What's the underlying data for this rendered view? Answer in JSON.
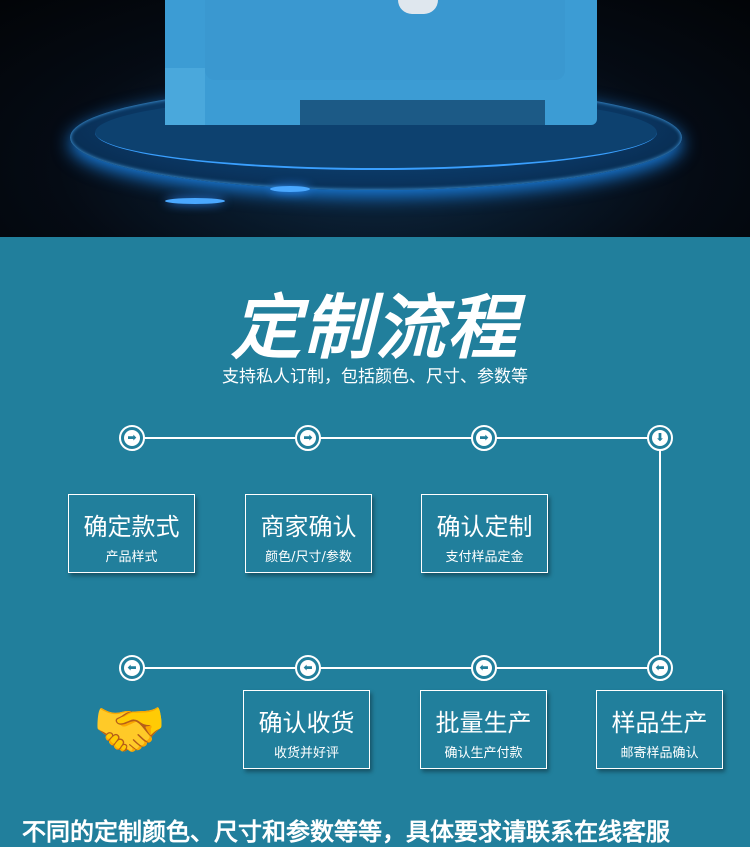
{
  "header": {
    "title": "定制流程",
    "subtitle": "支持私人订制，包括颜色、尺寸、参数等"
  },
  "steps": [
    {
      "title": "确定款式",
      "desc": "产品样式"
    },
    {
      "title": "商家确认",
      "desc": "颜色/尺寸/参数"
    },
    {
      "title": "确认定制",
      "desc": "支付样品定金"
    },
    {
      "title": "样品生产",
      "desc": "邮寄样品确认"
    },
    {
      "title": "批量生产",
      "desc": "确认生产付款"
    },
    {
      "title": "确认收货",
      "desc": "收货并好评"
    }
  ],
  "icons": {
    "right": "➡",
    "down": "⬇",
    "left": "⬅",
    "handshake": "🤝"
  },
  "footer": {
    "text": "不同的定制颜色、尺寸和参数等等，具体要求请联系在线客服"
  },
  "colors": {
    "background": "#217f9c",
    "hero": "#050b14",
    "product": "#3c9cd4"
  }
}
